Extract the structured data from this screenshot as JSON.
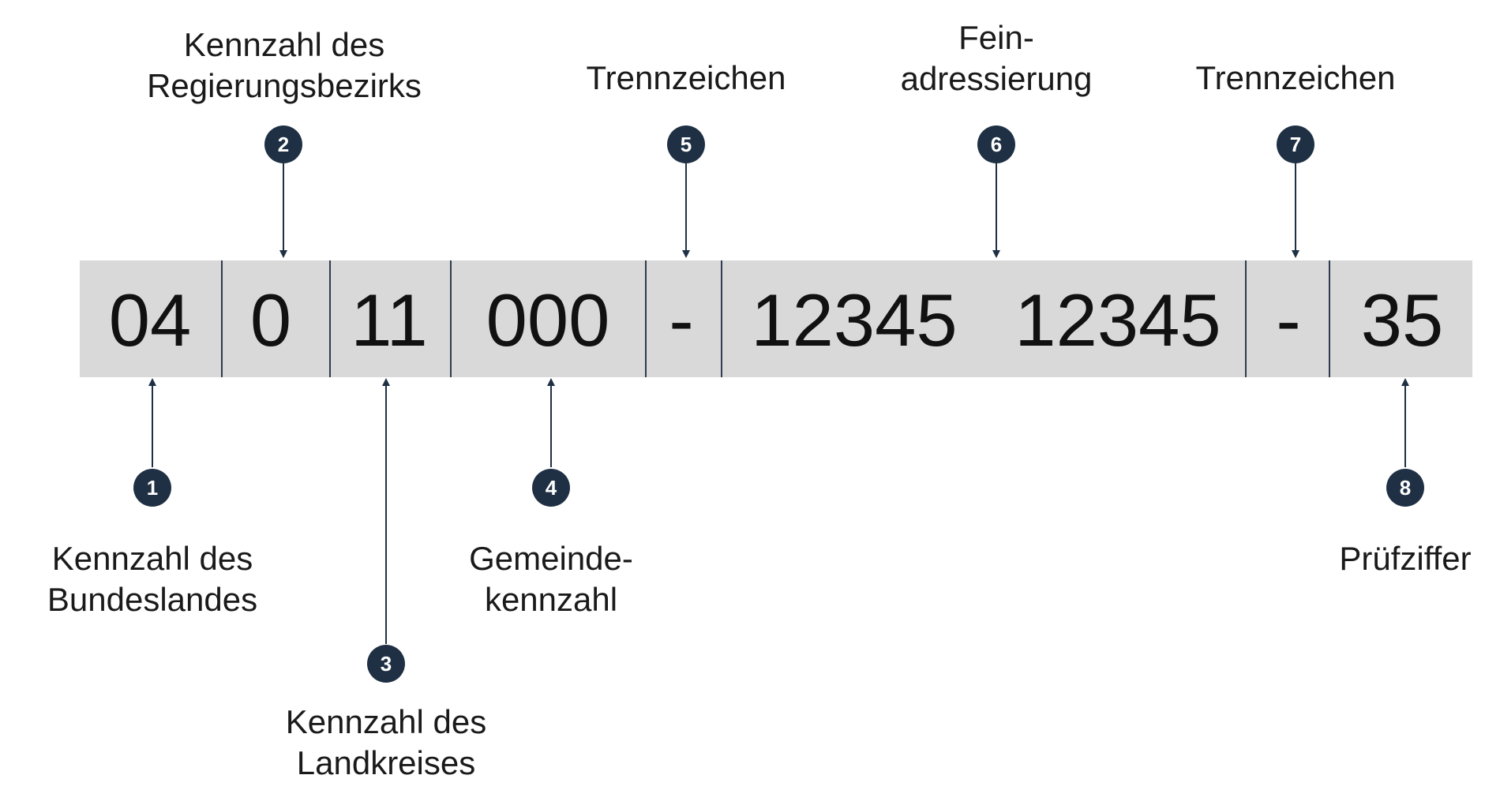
{
  "colors": {
    "bar_fill": "#d9d9d9",
    "divider": "#2f3b4e",
    "badge_fill": "#1f3044",
    "badge_text": "#ffffff",
    "arrow": "#1f3044",
    "text": "#1a1a1a"
  },
  "code_segments": [
    {
      "text": "04"
    },
    {
      "text": "0"
    },
    {
      "text": "11"
    },
    {
      "text": "000"
    },
    {
      "text": "-"
    },
    {
      "text": "12345",
      "text2": "12345"
    },
    {
      "text": "-"
    },
    {
      "text": "35"
    }
  ],
  "callouts": [
    {
      "number": "1",
      "lines": [
        "Kennzahl des",
        "Bundeslandes"
      ]
    },
    {
      "number": "2",
      "lines": [
        "Kennzahl des",
        "Regierungsbezirks"
      ]
    },
    {
      "number": "3",
      "lines": [
        "Kennzahl des",
        "Landkreises"
      ]
    },
    {
      "number": "4",
      "lines": [
        "Gemeinde-",
        "kennzahl"
      ]
    },
    {
      "number": "5",
      "lines": [
        "Trennzeichen"
      ]
    },
    {
      "number": "6",
      "lines": [
        "Fein-",
        "adressierung"
      ]
    },
    {
      "number": "7",
      "lines": [
        "Trennzeichen"
      ]
    },
    {
      "number": "8",
      "lines": [
        "Prüfziffer"
      ]
    }
  ]
}
